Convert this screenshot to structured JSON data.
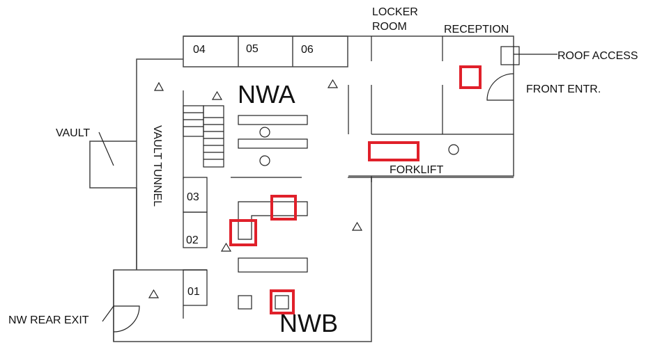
{
  "plan": {
    "zones": {
      "nwa": "NWA",
      "nwb": "NWB"
    },
    "labels": {
      "locker_line1": "LOCKER",
      "locker_line2": "ROOM",
      "reception": "RECEPTION",
      "roof_access": "ROOF ACCESS",
      "front_entrance": "FRONT ENTR.",
      "forklift": "FORKLIFT",
      "vault": "VAULT",
      "vault_tunnel": "VAULT TUNNEL",
      "rear_exit": "NW REAR EXIT"
    },
    "rooms": [
      "01",
      "02",
      "03",
      "04",
      "05",
      "06"
    ],
    "highlight_color": "#e0202a"
  }
}
